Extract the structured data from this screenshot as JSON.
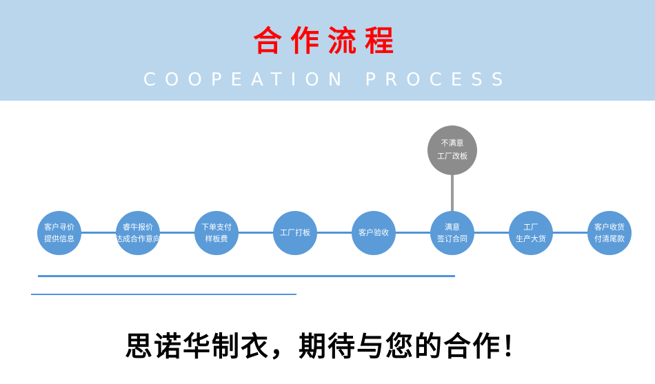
{
  "banner": {
    "title": "合作流程",
    "subtitle": "COOPEATION PROCESS",
    "bg_color": "#b9d6ec",
    "title_color": "#ff0000",
    "subtitle_color": "#ffffff"
  },
  "flow": {
    "circle_color": "#5b9bd8",
    "connector_color": "#4f94d8",
    "branch_circle_color": "#8c8c8c",
    "steps": [
      {
        "lines": [
          "客户寻价",
          "提供信息"
        ]
      },
      {
        "lines": [
          "睿牛报价",
          "达成合作意向"
        ]
      },
      {
        "lines": [
          "下单支付",
          "样板费"
        ]
      },
      {
        "lines": [
          "工厂打板"
        ]
      },
      {
        "lines": [
          "客户验收"
        ]
      },
      {
        "lines": [
          "满意",
          "签订合同"
        ]
      },
      {
        "lines": [
          "工厂",
          "生产大货"
        ]
      },
      {
        "lines": [
          "客户收货",
          "付清尾款"
        ]
      }
    ],
    "branch": {
      "lines": [
        "不满意",
        "工厂改板"
      ]
    }
  },
  "footer": {
    "slogan": "思诺华制衣，期待与您的合作！"
  }
}
